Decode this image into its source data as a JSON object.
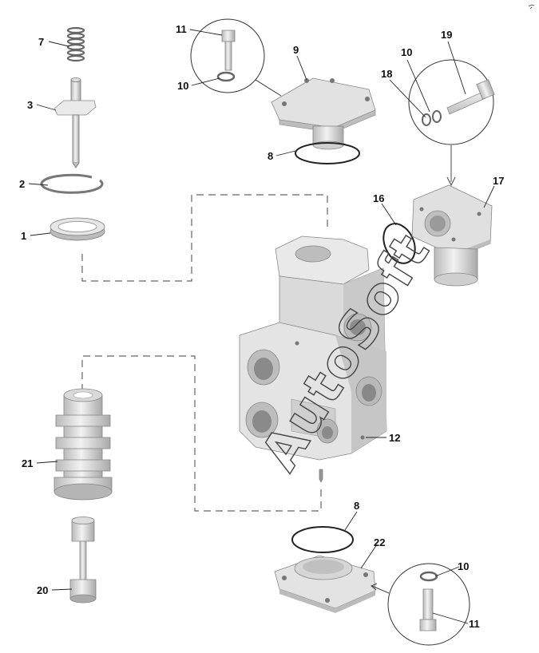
{
  "callouts": [
    {
      "id": "c7",
      "text": "7"
    },
    {
      "id": "c3",
      "text": "3"
    },
    {
      "id": "c2",
      "text": "2"
    },
    {
      "id": "c1",
      "text": "1"
    },
    {
      "id": "c11a",
      "text": "11"
    },
    {
      "id": "c10a",
      "text": "10"
    },
    {
      "id": "c9",
      "text": "9"
    },
    {
      "id": "c8a",
      "text": "8"
    },
    {
      "id": "c19",
      "text": "19"
    },
    {
      "id": "c10b",
      "text": "10"
    },
    {
      "id": "c18",
      "text": "18"
    },
    {
      "id": "c16",
      "text": "16"
    },
    {
      "id": "c17",
      "text": "17"
    },
    {
      "id": "c12",
      "text": "12"
    },
    {
      "id": "c21",
      "text": "21"
    },
    {
      "id": "c20",
      "text": "20"
    },
    {
      "id": "c8b",
      "text": "8"
    },
    {
      "id": "c22",
      "text": "22"
    },
    {
      "id": "c10c",
      "text": "10"
    },
    {
      "id": "c11b",
      "text": "11"
    }
  ],
  "watermark": "AutoSoft",
  "colors": {
    "part_fill": "#e4e4e4",
    "part_shade": "#c9c9c9",
    "part_dark": "#a5a5a5",
    "line": "#222222"
  }
}
